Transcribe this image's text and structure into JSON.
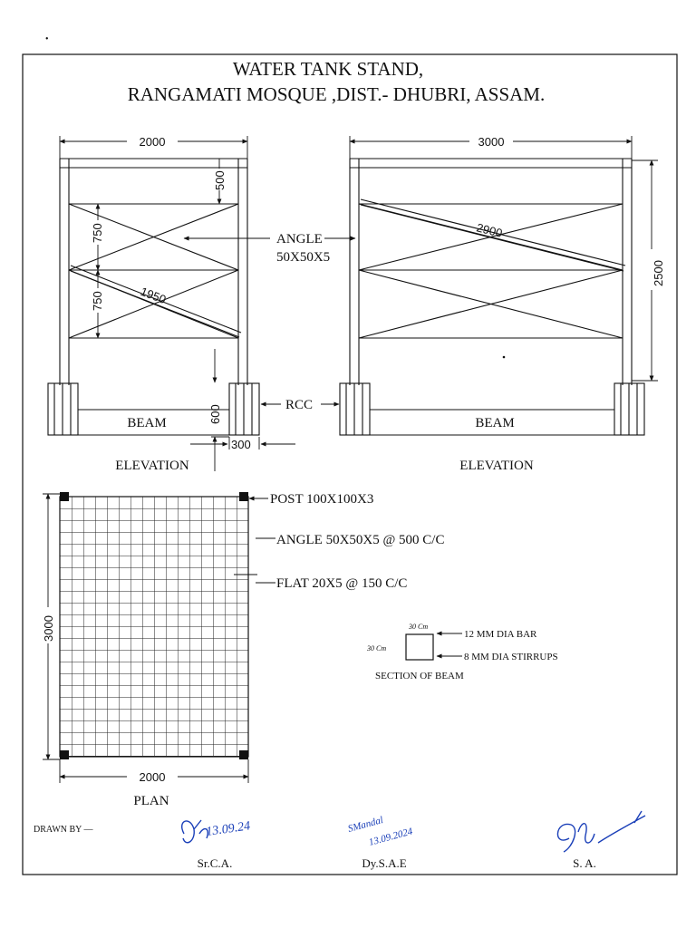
{
  "title": {
    "line1": "WATER TANK STAND,",
    "line2": "RANGAMATI MOSQUE ,DIST.- DHUBRI, ASSAM."
  },
  "elevation_left": {
    "width_dim": "2000",
    "top_dim": "500",
    "upper_panel_dim": "750",
    "lower_panel_dim": "750",
    "diagonal_dim": "1950",
    "beam_label": "BEAM",
    "beam_depth_dim": "600",
    "post_base_dim": "300",
    "caption": "ELEVATION"
  },
  "elevation_right": {
    "width_dim": "3000",
    "height_dim": "2500",
    "diagonal_dim": "2900",
    "beam_label": "BEAM",
    "caption": "ELEVATION"
  },
  "callouts": {
    "angle_line1": "ANGLE",
    "angle_line2": "50X50X5",
    "rcc": "RCC"
  },
  "plan": {
    "height_dim": "3000",
    "width_dim": "2000",
    "caption": "PLAN",
    "post_note": "POST 100X100X3",
    "angle_note": "ANGLE  50X50X5 @ 500 C/C",
    "flat_note": "FLAT 20X5 @ 150 C/C"
  },
  "beam_section": {
    "top_dim": "30 Cm",
    "side_dim": "30 Cm",
    "bar_note": "12 MM DIA BAR",
    "stirrup_note": "8 MM DIA STIRRUPS",
    "caption": "SECTION OF BEAM"
  },
  "footer": {
    "drawn_by": "DRAWN BY —",
    "sign1_role": "Sr.C.A.",
    "sign1_date": "13.09.24",
    "sign2_role": "Dy.S.A.E",
    "sign2_name": "SMandal",
    "sign2_date": "13.09.2024",
    "sign3_role": "S. A."
  },
  "colors": {
    "ink": "#111111",
    "signature_ink": "#1a3fb8"
  }
}
